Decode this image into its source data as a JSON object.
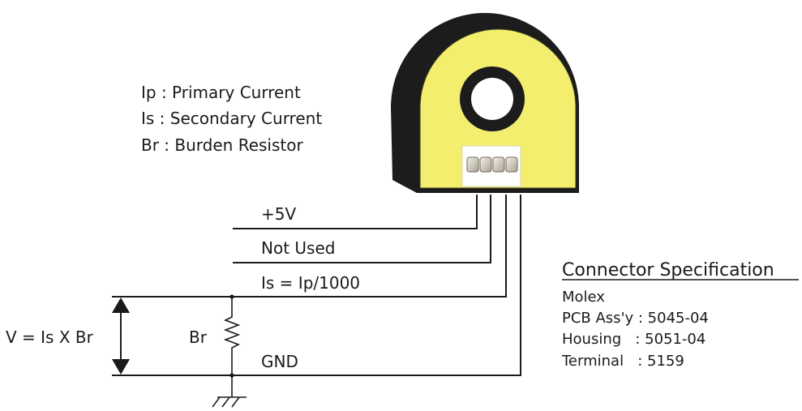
{
  "legend": {
    "ip": "Ip : Primary Current",
    "is": "Is : Secondary Current",
    "br": "Br : Burden Resistor"
  },
  "wires": {
    "plus5v": "+5V",
    "not_used": "Not Used",
    "is_formula": "Is = Ip/1000",
    "gnd": "GND"
  },
  "circuit": {
    "voltage": "V = Is X Br",
    "resistor": "Br"
  },
  "connector": {
    "title": "Connector Specification",
    "maker": "Molex",
    "pcb": "PCB Ass'y : 5045-04",
    "housing": "Housing   : 5051-04",
    "terminal": "Terminal   : 5159"
  },
  "colors": {
    "sensor_body": "#f3ee6e",
    "sensor_shell": "#1c1c1c",
    "wire": "#1a1a1a"
  }
}
